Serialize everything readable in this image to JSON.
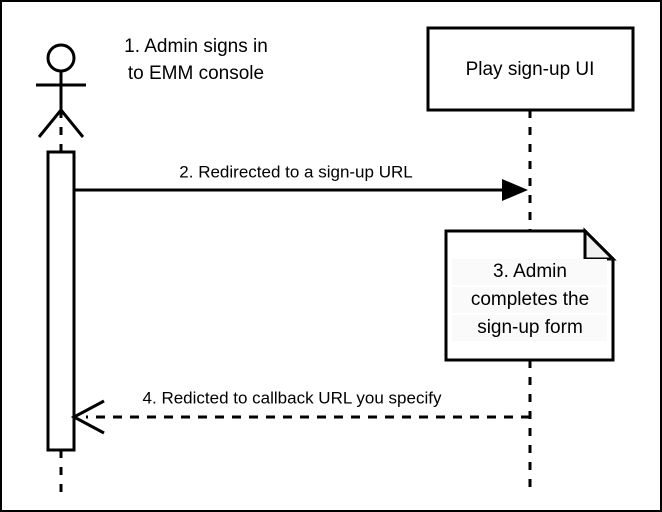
{
  "diagram": {
    "type": "uml-sequence-diagram",
    "title_text": "",
    "background_color": "#ffffff",
    "line_color": "#000000",
    "fold_fill_color": "#f0f0f0",
    "note_text_bg_color": "#fafafa"
  },
  "actor": {
    "name": "admin-actor",
    "label": "",
    "icon": "stick-figure-actor"
  },
  "participants": [
    {
      "name": "play-signup-ui",
      "label": "Play sign-up UI",
      "shape": "rectangle"
    }
  ],
  "steps": [
    {
      "id": "step-1",
      "label_line_1": "1. Admin signs in",
      "label_line_2": "to EMM console",
      "kind": "actor-annotation"
    },
    {
      "id": "step-2",
      "label": "2. Redirected to a sign-up URL",
      "kind": "message",
      "line_style": "solid",
      "arrow_head": "filled",
      "direction": "left-to-right"
    },
    {
      "id": "step-3",
      "label_line_1": "3. Admin",
      "label_line_2": "completes the",
      "label_line_3": "sign-up form",
      "kind": "note",
      "shape": "note-folded-corner"
    },
    {
      "id": "step-4",
      "label": "4. Redicted to callback URL you specify",
      "kind": "message",
      "line_style": "dashed",
      "arrow_head": "open",
      "direction": "right-to-left"
    }
  ]
}
